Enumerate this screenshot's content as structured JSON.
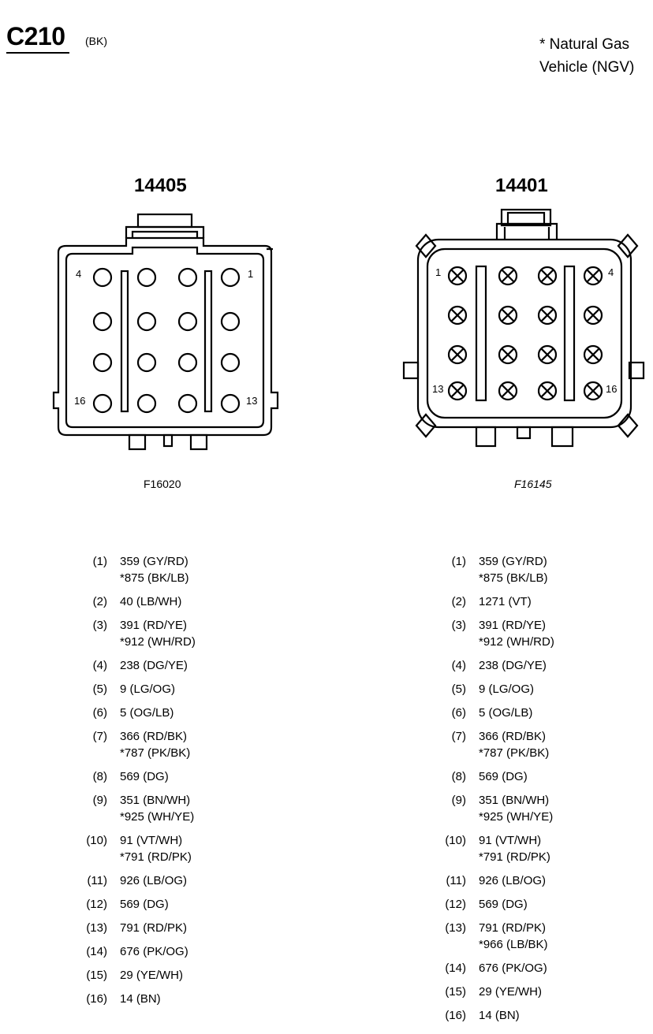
{
  "header": {
    "connector_code": "C210",
    "color_code": "(BK)",
    "note_line1": "* Natural Gas",
    "note_line2": "Vehicle (NGV)"
  },
  "left_connector": {
    "id": "14405",
    "figure_id": "F16020",
    "label_top_left": "4",
    "label_top_right": "1",
    "label_bottom_left": "16",
    "label_bottom_right": "13",
    "pins": [
      {
        "num": "(1)",
        "wires": [
          "359 (GY/RD)",
          "*875 (BK/LB)"
        ]
      },
      {
        "num": "(2)",
        "wires": [
          "40 (LB/WH)"
        ]
      },
      {
        "num": "(3)",
        "wires": [
          "391 (RD/YE)",
          "*912 (WH/RD)"
        ]
      },
      {
        "num": "(4)",
        "wires": [
          "238 (DG/YE)"
        ]
      },
      {
        "num": "(5)",
        "wires": [
          "9 (LG/OG)"
        ]
      },
      {
        "num": "(6)",
        "wires": [
          "5 (OG/LB)"
        ]
      },
      {
        "num": "(7)",
        "wires": [
          "366 (RD/BK)",
          "*787 (PK/BK)"
        ]
      },
      {
        "num": "(8)",
        "wires": [
          "569 (DG)"
        ]
      },
      {
        "num": "(9)",
        "wires": [
          "351 (BN/WH)",
          "*925 (WH/YE)"
        ]
      },
      {
        "num": "(10)",
        "wires": [
          "91 (VT/WH)",
          "*791 (RD/PK)"
        ]
      },
      {
        "num": "(11)",
        "wires": [
          "926 (LB/OG)"
        ]
      },
      {
        "num": "(12)",
        "wires": [
          "569 (DG)"
        ]
      },
      {
        "num": "(13)",
        "wires": [
          "791 (RD/PK)"
        ]
      },
      {
        "num": "(14)",
        "wires": [
          "676 (PK/OG)"
        ]
      },
      {
        "num": "(15)",
        "wires": [
          "29 (YE/WH)"
        ]
      },
      {
        "num": "(16)",
        "wires": [
          "14 (BN)"
        ]
      }
    ]
  },
  "right_connector": {
    "id": "14401",
    "figure_id": "F16145",
    "label_top_left": "1",
    "label_top_right": "4",
    "label_bottom_left": "13",
    "label_bottom_right": "16",
    "pins": [
      {
        "num": "(1)",
        "wires": [
          "359 (GY/RD)",
          "*875 (BK/LB)"
        ]
      },
      {
        "num": "(2)",
        "wires": [
          "1271 (VT)"
        ]
      },
      {
        "num": "(3)",
        "wires": [
          "391 (RD/YE)",
          "*912 (WH/RD)"
        ]
      },
      {
        "num": "(4)",
        "wires": [
          "238 (DG/YE)"
        ]
      },
      {
        "num": "(5)",
        "wires": [
          "9 (LG/OG)"
        ]
      },
      {
        "num": "(6)",
        "wires": [
          "5 (OG/LB)"
        ]
      },
      {
        "num": "(7)",
        "wires": [
          "366 (RD/BK)",
          "*787 (PK/BK)"
        ]
      },
      {
        "num": "(8)",
        "wires": [
          "569 (DG)"
        ]
      },
      {
        "num": "(9)",
        "wires": [
          "351 (BN/WH)",
          "*925 (WH/YE)"
        ]
      },
      {
        "num": "(10)",
        "wires": [
          "91 (VT/WH)",
          "*791 (RD/PK)"
        ]
      },
      {
        "num": "(11)",
        "wires": [
          "926 (LB/OG)"
        ]
      },
      {
        "num": "(12)",
        "wires": [
          "569 (DG)"
        ]
      },
      {
        "num": "(13)",
        "wires": [
          "791 (RD/PK)",
          "*966 (LB/BK)"
        ]
      },
      {
        "num": "(14)",
        "wires": [
          "676 (PK/OG)"
        ]
      },
      {
        "num": "(15)",
        "wires": [
          "29 (YE/WH)"
        ]
      },
      {
        "num": "(16)",
        "wires": [
          "14 (BN)"
        ]
      }
    ]
  }
}
